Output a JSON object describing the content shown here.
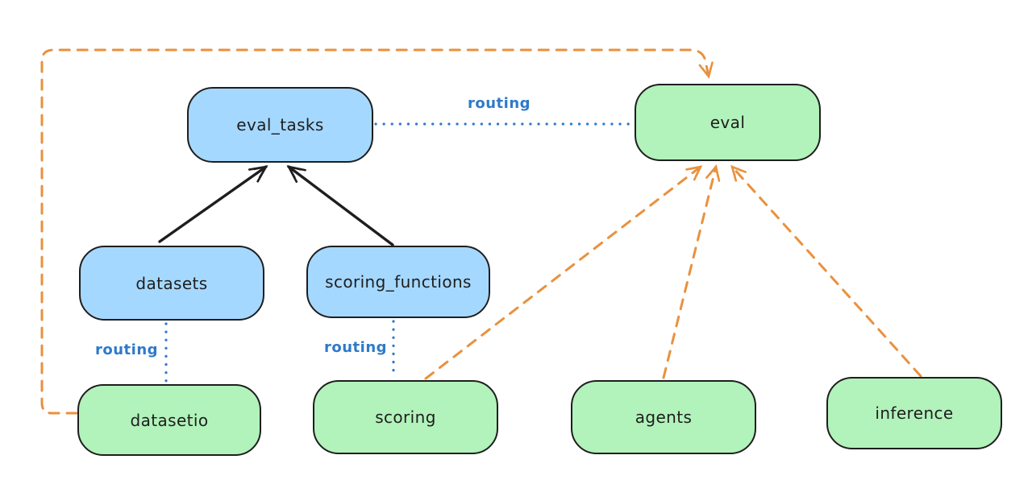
{
  "diagram": {
    "background": "#ffffff",
    "colors": {
      "blue_fill": "#a5d8ff",
      "green_fill": "#b2f2bb",
      "node_stroke": "#1e1e1e",
      "orange_edge": "#e9913e",
      "routing_blue": "#2f7ac9",
      "black_edge": "#1e1e1e"
    },
    "nodes": [
      {
        "id": "eval_tasks",
        "label": "eval_tasks",
        "color": "blue"
      },
      {
        "id": "eval",
        "label": "eval",
        "color": "green"
      },
      {
        "id": "datasets",
        "label": "datasets",
        "color": "blue"
      },
      {
        "id": "scoring_functions",
        "label": "scoring_functions",
        "color": "blue"
      },
      {
        "id": "datasetio",
        "label": "datasetio",
        "color": "green"
      },
      {
        "id": "scoring",
        "label": "scoring",
        "color": "green"
      },
      {
        "id": "agents",
        "label": "agents",
        "color": "green"
      },
      {
        "id": "inference",
        "label": "inference",
        "color": "green"
      }
    ],
    "edge_labels": [
      {
        "id": "routing-top",
        "text": "routing"
      },
      {
        "id": "routing-datasets",
        "text": "routing"
      },
      {
        "id": "routing-scoring",
        "text": "routing"
      }
    ],
    "edges": [
      {
        "from": "datasets",
        "to": "eval_tasks",
        "style": "solid-arrow",
        "color": "black"
      },
      {
        "from": "scoring_functions",
        "to": "eval_tasks",
        "style": "solid-arrow",
        "color": "black"
      },
      {
        "from": "eval_tasks",
        "to": "eval",
        "style": "dotted",
        "color": "blue",
        "label": "routing"
      },
      {
        "from": "datasets",
        "to": "datasetio",
        "style": "dotted",
        "color": "blue",
        "label": "routing"
      },
      {
        "from": "scoring_functions",
        "to": "scoring",
        "style": "dotted",
        "color": "blue",
        "label": "routing"
      },
      {
        "from": "datasetio",
        "to": "eval",
        "style": "dashed-arrow",
        "color": "orange"
      },
      {
        "from": "scoring",
        "to": "eval",
        "style": "dashed-arrow",
        "color": "orange"
      },
      {
        "from": "agents",
        "to": "eval",
        "style": "dashed-arrow",
        "color": "orange"
      },
      {
        "from": "inference",
        "to": "eval",
        "style": "dashed-arrow",
        "color": "orange"
      }
    ]
  }
}
